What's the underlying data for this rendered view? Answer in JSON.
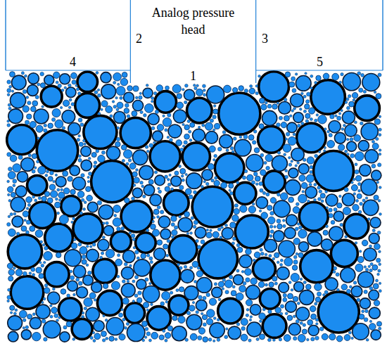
{
  "diagram": {
    "nodes": [
      {
        "text": [
          "Analog pressure head"
        ]
      }
    ],
    "labels": [
      "2",
      "3",
      "4",
      "5",
      "1"
    ]
  }
}
